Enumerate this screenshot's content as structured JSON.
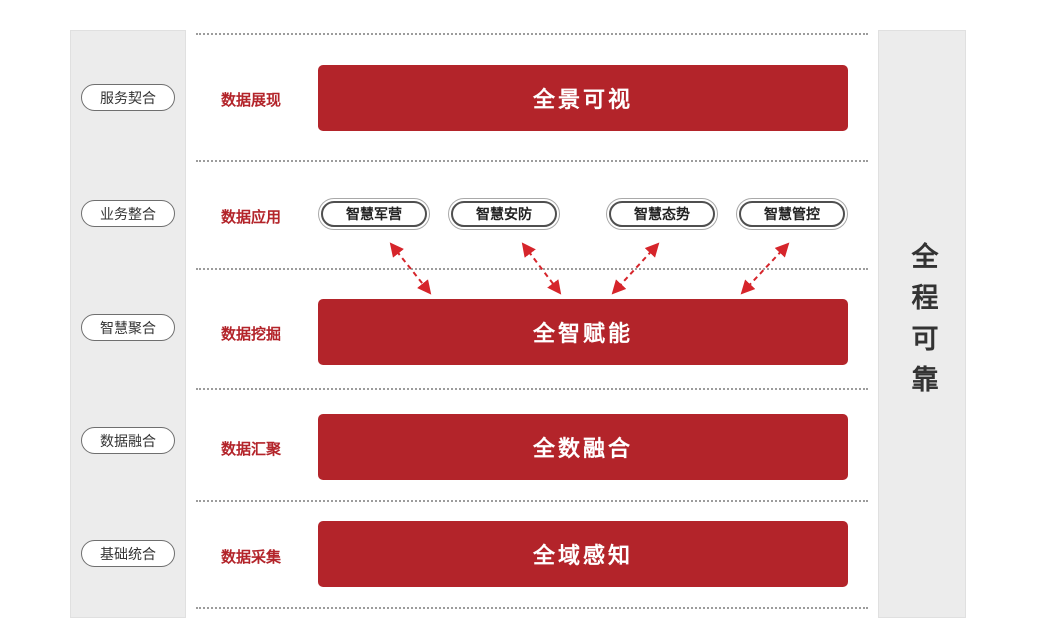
{
  "colors": {
    "accent_red": "#b3242a",
    "arrow_red": "#d6252b",
    "panel_gray": "#ececec"
  },
  "left_panel": {
    "items": [
      {
        "label": "服务契合"
      },
      {
        "label": "业务整合"
      },
      {
        "label": "智慧聚合"
      },
      {
        "label": "数据融合"
      },
      {
        "label": "基础统合"
      }
    ]
  },
  "right_panel": {
    "label": "全程可靠"
  },
  "layers": [
    {
      "category": "数据展现",
      "main": "全景可视"
    },
    {
      "category": "数据应用",
      "apps": [
        "智慧军营",
        "智慧安防",
        "智慧态势",
        "智慧管控"
      ]
    },
    {
      "category": "数据挖掘",
      "main": "全智赋能"
    },
    {
      "category": "数据汇聚",
      "main": "全数融合"
    },
    {
      "category": "数据采集",
      "main": "全域感知"
    }
  ]
}
